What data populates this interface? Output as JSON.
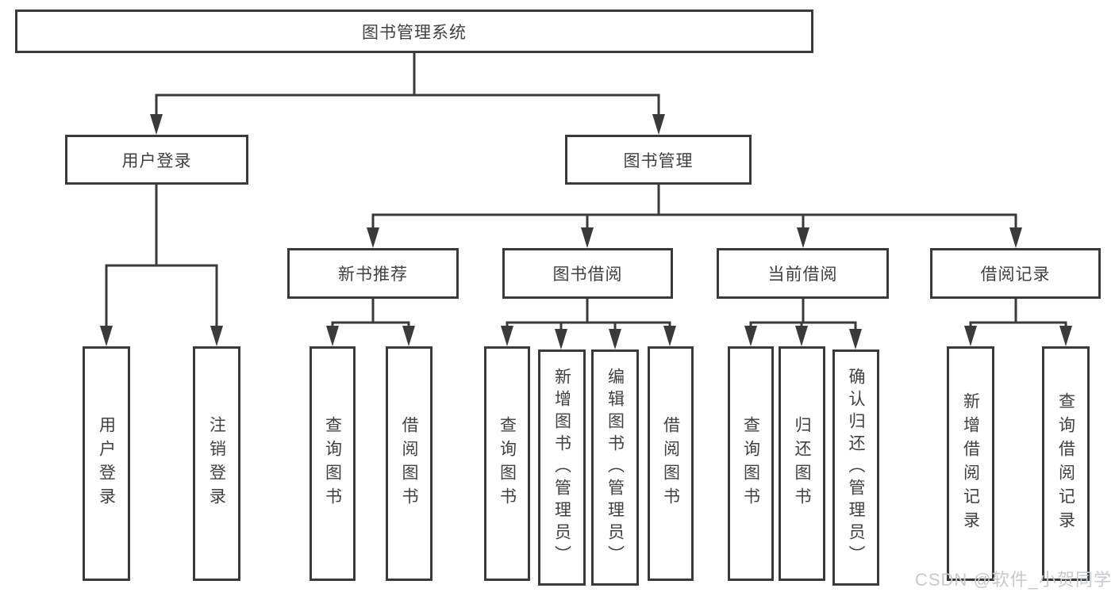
{
  "tree": {
    "root": {
      "label": "图书管理系统"
    },
    "branches": [
      {
        "label": "用户登录",
        "children": [
          {
            "label": "用户登录"
          },
          {
            "label": "注销登录"
          }
        ]
      },
      {
        "label": "图书管理",
        "children": [
          {
            "label": "新书推荐",
            "children": [
              {
                "label": "查询图书"
              },
              {
                "label": "借阅图书"
              }
            ]
          },
          {
            "label": "图书借阅",
            "children": [
              {
                "label": "查询图书"
              },
              {
                "label": "新增图书（管理员）"
              },
              {
                "label": "编辑图书（管理员）"
              },
              {
                "label": "借阅图书"
              }
            ]
          },
          {
            "label": "当前借阅",
            "children": [
              {
                "label": "查询图书"
              },
              {
                "label": "归还图书"
              },
              {
                "label": "确认归还（管理员）"
              }
            ]
          },
          {
            "label": "借阅记录",
            "children": [
              {
                "label": "新增借阅记录"
              },
              {
                "label": "查询借阅记录"
              }
            ]
          }
        ]
      }
    ]
  },
  "watermark": {
    "text": "CSDN @软件_小贺同学"
  },
  "colors": {
    "line": "#3a3a3a",
    "text": "#404040",
    "watermark": "#c6c9ce",
    "background": "#ffffff"
  }
}
